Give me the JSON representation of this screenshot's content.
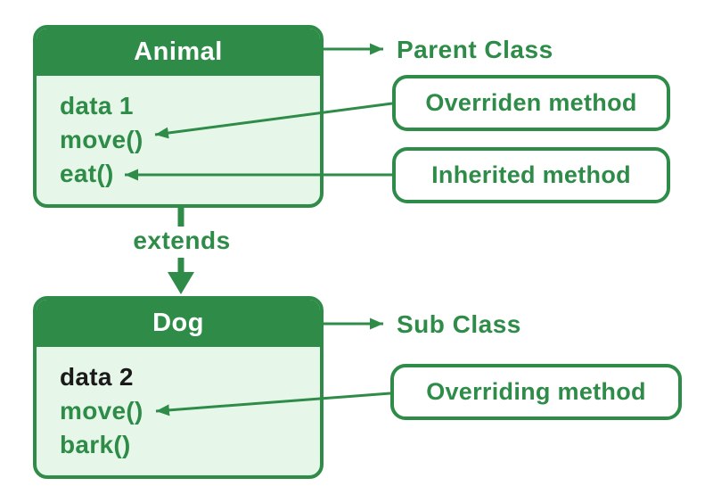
{
  "colors": {
    "green": "#2E8C48",
    "light_green": "#E6F7EA",
    "header_text": "#FFFFFF",
    "dark_text": "#1A1A1A",
    "background": "#FFFFFF"
  },
  "diagram": {
    "animal": {
      "title": "Animal",
      "rows": [
        "data 1",
        "move()",
        "eat()"
      ],
      "tag": "Parent Class"
    },
    "dog": {
      "title": "Dog",
      "rows": [
        "data 2",
        "move()",
        "bark()"
      ],
      "tag": "Sub Class"
    },
    "extends_label": "extends",
    "callouts": {
      "overriden": "Overriden method",
      "inherited": "Inherited method",
      "overriding": "Overriding method"
    }
  }
}
